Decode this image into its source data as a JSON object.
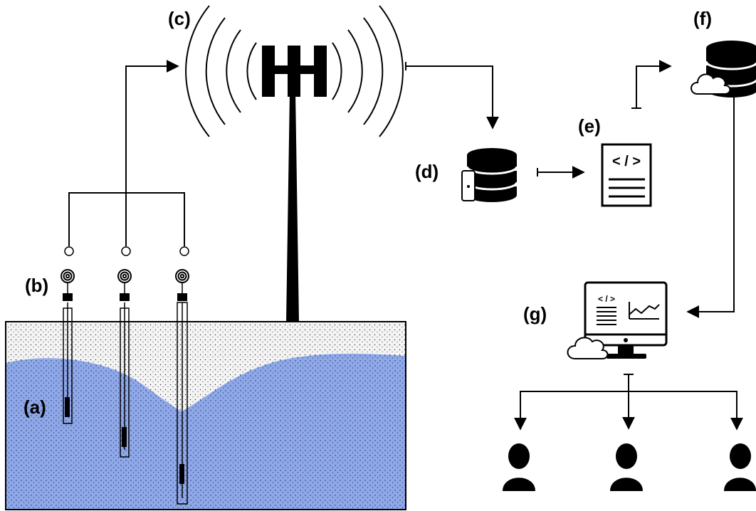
{
  "labels": {
    "a": "(a)",
    "b": "(b)",
    "c": "(c)",
    "d": "(d)",
    "e": "(e)",
    "f": "(f)",
    "g": "(g)"
  },
  "code_glyph": "< / >",
  "colors": {
    "water": "#8fa8e8",
    "soil": "#f2f2f2",
    "ink": "#000000"
  },
  "icons": {
    "tower": "cell-tower-icon",
    "database": "database-icon",
    "document": "code-document-icon",
    "cloud_database": "cloud-database-icon",
    "monitor": "dashboard-monitor-icon",
    "user": "user-icon"
  }
}
